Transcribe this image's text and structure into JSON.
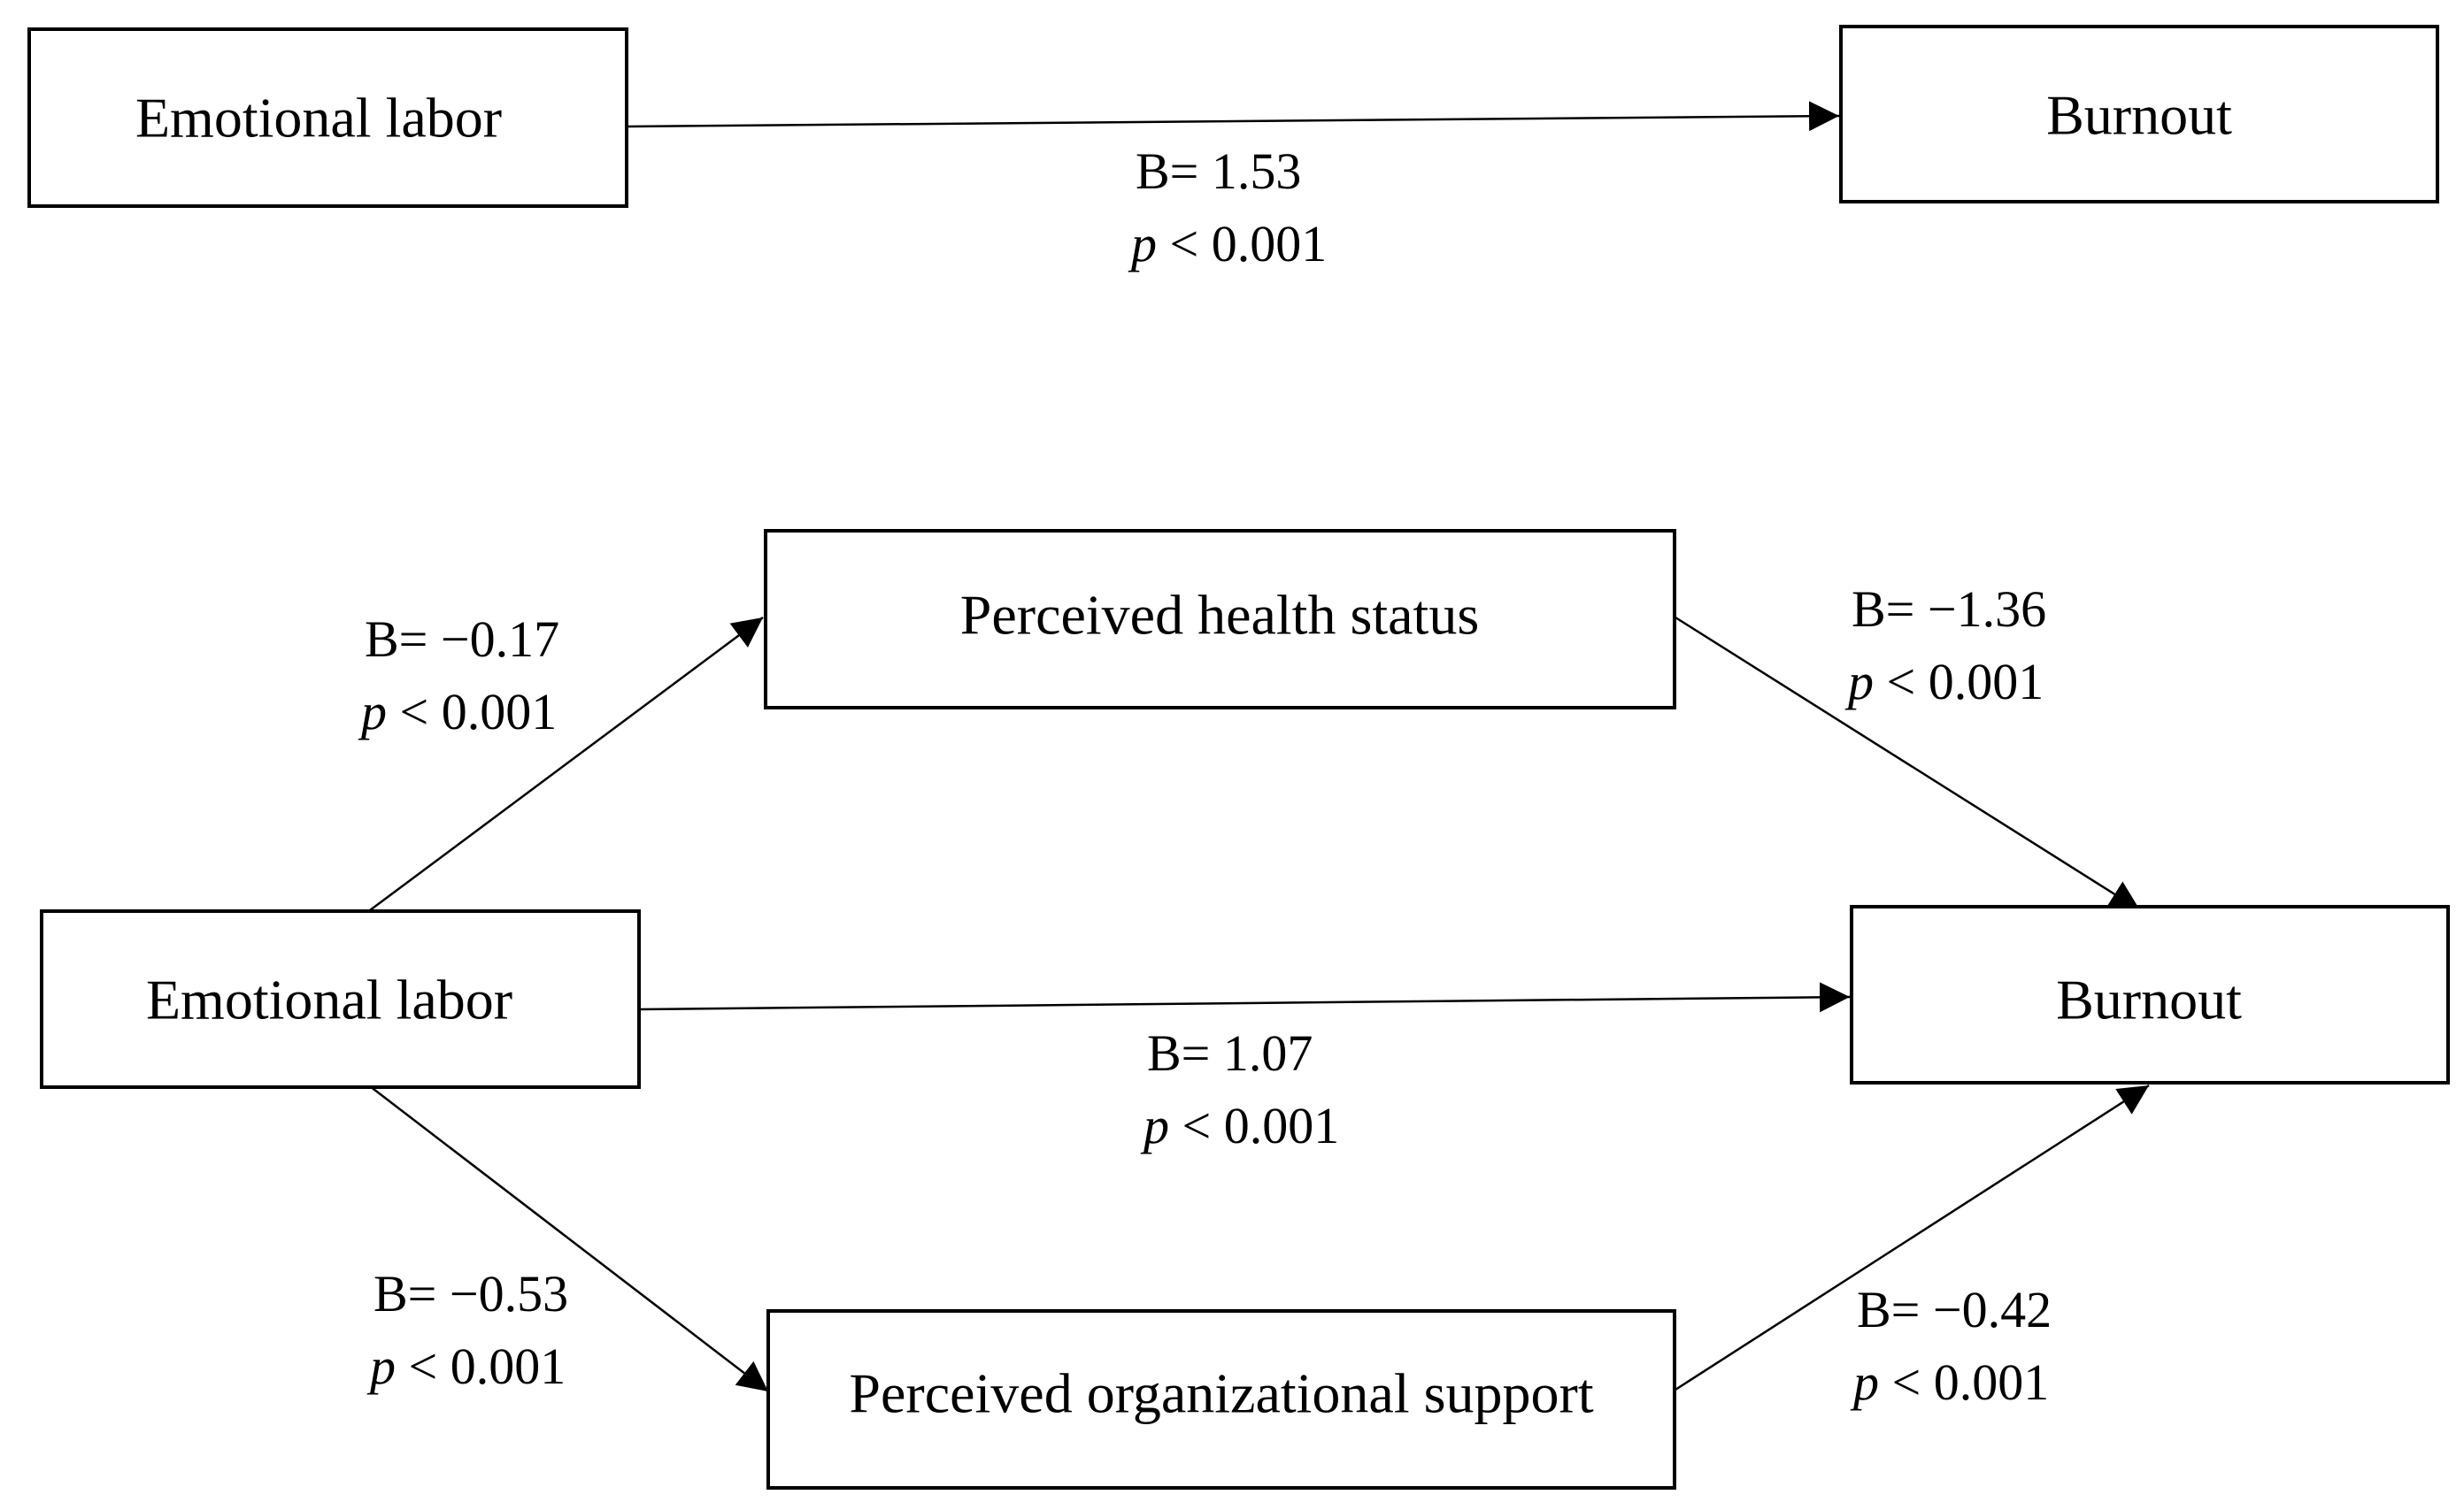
{
  "colors": {
    "line": "#000000",
    "background": "#ffffff"
  },
  "top_model": {
    "nodes": {
      "emotional_labor": "Emotional labor",
      "burnout": "Burnout"
    },
    "paths": {
      "el_to_burnout": {
        "coef": "B= 1.53",
        "p_symbol": "p",
        "p_rest": " < 0.001"
      }
    }
  },
  "mediation_model": {
    "nodes": {
      "emotional_labor": "Emotional labor",
      "burnout": "Burnout",
      "health_status": "Perceived health status",
      "org_support": "Perceived organizational support"
    },
    "paths": {
      "el_to_health": {
        "coef": "B= −0.17",
        "p_symbol": "p",
        "p_rest": " < 0.001"
      },
      "health_to_burnout": {
        "coef": "B= −1.36",
        "p_symbol": "p",
        "p_rest": " < 0.001"
      },
      "el_to_burnout": {
        "coef": "B= 1.07",
        "p_symbol": "p",
        "p_rest": " < 0.001"
      },
      "el_to_support": {
        "coef": "B= −0.53",
        "p_symbol": "p",
        "p_rest": " < 0.001"
      },
      "support_to_burnout": {
        "coef": "B= −0.42",
        "p_symbol": "p",
        "p_rest": " < 0.001"
      }
    }
  }
}
